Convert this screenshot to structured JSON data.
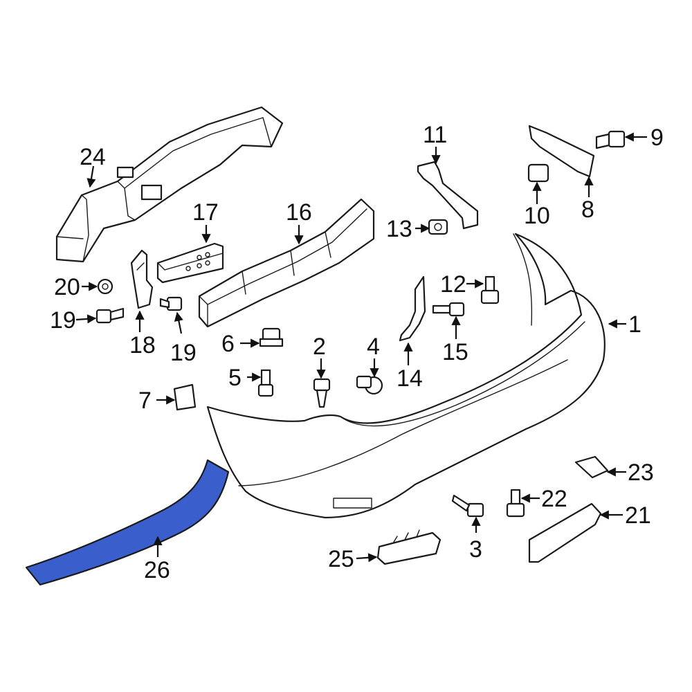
{
  "highlight_color": "#3a5fcd",
  "callouts": [
    {
      "id": "1",
      "text": "1"
    },
    {
      "id": "2",
      "text": "2"
    },
    {
      "id": "3",
      "text": "3"
    },
    {
      "id": "4",
      "text": "4"
    },
    {
      "id": "5",
      "text": "5"
    },
    {
      "id": "6",
      "text": "6"
    },
    {
      "id": "7",
      "text": "7"
    },
    {
      "id": "8",
      "text": "8"
    },
    {
      "id": "9",
      "text": "9"
    },
    {
      "id": "10",
      "text": "10"
    },
    {
      "id": "11",
      "text": "11"
    },
    {
      "id": "12",
      "text": "12"
    },
    {
      "id": "13",
      "text": "13"
    },
    {
      "id": "14",
      "text": "14"
    },
    {
      "id": "15",
      "text": "15"
    },
    {
      "id": "16",
      "text": "16"
    },
    {
      "id": "17",
      "text": "17"
    },
    {
      "id": "18",
      "text": "18"
    },
    {
      "id": "19a",
      "text": "19"
    },
    {
      "id": "19b",
      "text": "19"
    },
    {
      "id": "20",
      "text": "20"
    },
    {
      "id": "21",
      "text": "21"
    },
    {
      "id": "22",
      "text": "22"
    },
    {
      "id": "23",
      "text": "23"
    },
    {
      "id": "24",
      "text": "24"
    },
    {
      "id": "25",
      "text": "25"
    },
    {
      "id": "26",
      "text": "26"
    }
  ]
}
